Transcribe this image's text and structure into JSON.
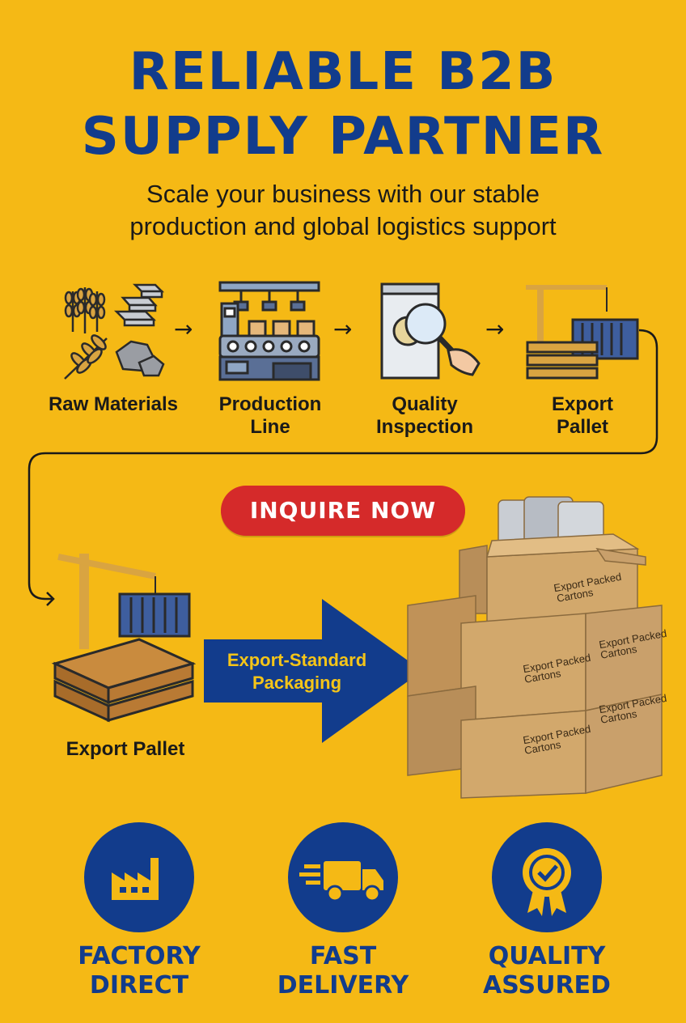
{
  "title": {
    "line1": "RELIABLE B2B",
    "line2": "SUPPLY PARTNER"
  },
  "subtitle": {
    "line1": "Scale your business with our stable",
    "line2": "production and global logistics support"
  },
  "process": {
    "steps": [
      {
        "label_line1": "Raw Materials",
        "label_line2": "",
        "icon": "raw-materials-icon"
      },
      {
        "label_line1": "Production",
        "label_line2": "Line",
        "icon": "production-line-icon"
      },
      {
        "label_line1": "Quality",
        "label_line2": "Inspection",
        "icon": "quality-inspection-icon"
      },
      {
        "label_line1": "Export",
        "label_line2": "Pallet",
        "icon": "crane-container-icon"
      }
    ],
    "arrow_glyph": "→"
  },
  "cta": {
    "label": "INQUIRE NOW"
  },
  "export_pallet": {
    "label": "Export Pallet",
    "icon": "crane-pallet-icon"
  },
  "packaging": {
    "arrow_line1": "Export-Standard",
    "arrow_line2": "Packaging",
    "carton_line1": "Export Packed",
    "carton_line2": "Cartons"
  },
  "features": [
    {
      "line1": "FACTORY",
      "line2": "DIRECT",
      "icon": "factory-icon"
    },
    {
      "line1": "FAST",
      "line2": "DELIVERY",
      "icon": "delivery-truck-icon"
    },
    {
      "line1": "QUALITY",
      "line2": "ASSURED",
      "icon": "quality-badge-icon"
    }
  ],
  "colors": {
    "background": "#F5B915",
    "navy": "#123C8C",
    "red": "#D52A2A",
    "cardboard": "#C9A06B"
  }
}
